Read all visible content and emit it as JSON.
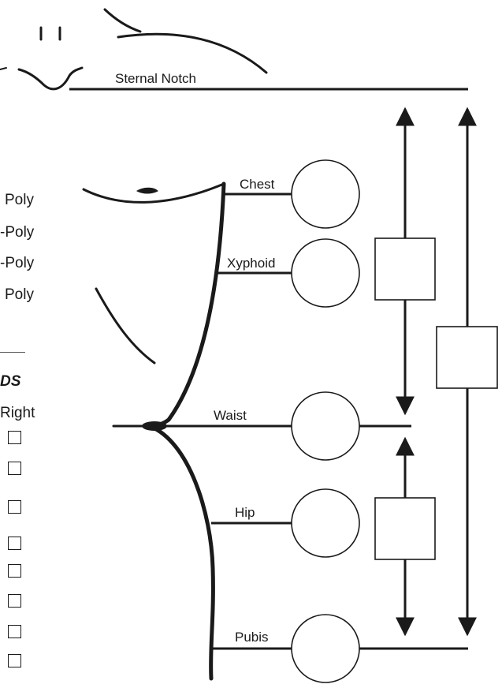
{
  "landmarks": {
    "sternal_notch": "Sternal Notch",
    "chest": "Chest",
    "xyphoid": "Xyphoid",
    "waist": "Waist",
    "hip": "Hip",
    "pubis": "Pubis"
  },
  "left_panel": {
    "poly_options": [
      "Poly",
      "-Poly",
      "-Poly",
      "Poly"
    ],
    "section_heading": "DS",
    "column_header": "Right",
    "checkboxes": [
      {
        "checked": false
      },
      {
        "checked": false
      },
      {
        "checked": false
      },
      {
        "checked": false
      },
      {
        "checked": false
      },
      {
        "checked": false
      },
      {
        "checked": false
      },
      {
        "checked": false
      }
    ]
  },
  "colors": {
    "ink": "#1a1a1a",
    "background": "#ffffff"
  }
}
